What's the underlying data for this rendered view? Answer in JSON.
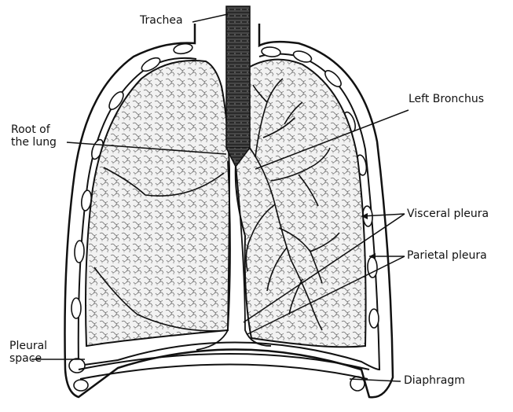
{
  "diagram": {
    "labels": {
      "trachea": "Trachea",
      "left_bronchus": "Left Bronchus",
      "root_of_lung_line1": "Root of",
      "root_of_lung_line2": "the lung",
      "visceral_pleura": "Visceral pleura",
      "parietal_pleura": "Parietal pleura",
      "pleural_space_line1": "Pleural",
      "pleural_space_line2": "space",
      "diaphragm": "Diaphragm"
    },
    "colors": {
      "ink": "#111111",
      "lung_fill": "#e9e9e9",
      "background": "#ffffff"
    }
  }
}
